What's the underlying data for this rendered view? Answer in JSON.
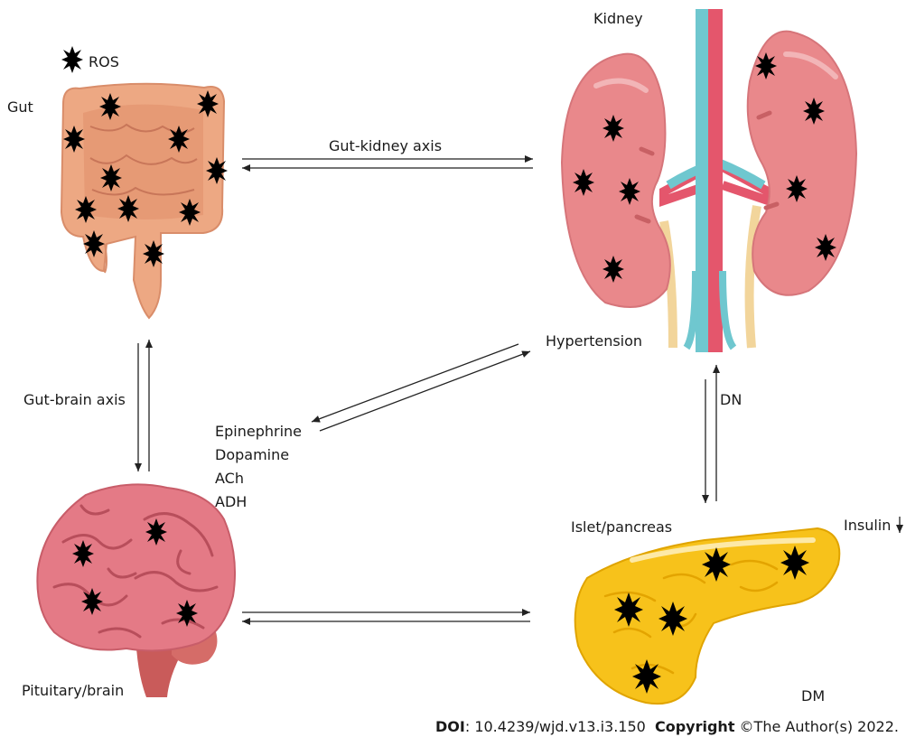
{
  "organs": {
    "gut": "Gut",
    "kidney": "Kidney",
    "brain": "Pituitary/brain",
    "pancreas": "Islet/pancreas"
  },
  "legend": {
    "ros": "ROS"
  },
  "axes": {
    "gut_kidney": "Gut-kidney axis",
    "gut_brain": "Gut-brain axis",
    "dn": "DN"
  },
  "conditions": {
    "hypertension": "Hypertension",
    "dm": "DM",
    "insulin": "Insulin"
  },
  "hormones": [
    "Epinephrine",
    "Dopamine",
    "ACh",
    "ADH"
  ],
  "footer": {
    "doi_label": "DOI",
    "doi_value": ": 10.4239/wjd.v13.i3.150",
    "copyright_label": "Copyright",
    "copyright_value": " ©The Author(s) 2022."
  },
  "colors": {
    "gut": "#eda883",
    "kidney": "#e9888b",
    "brain": "#e47a86",
    "pancreas": "#f7c21b",
    "artery": "#e4566c",
    "vein": "#6fc7cf",
    "ureter": "#f2d59b",
    "ros": "#000000"
  }
}
